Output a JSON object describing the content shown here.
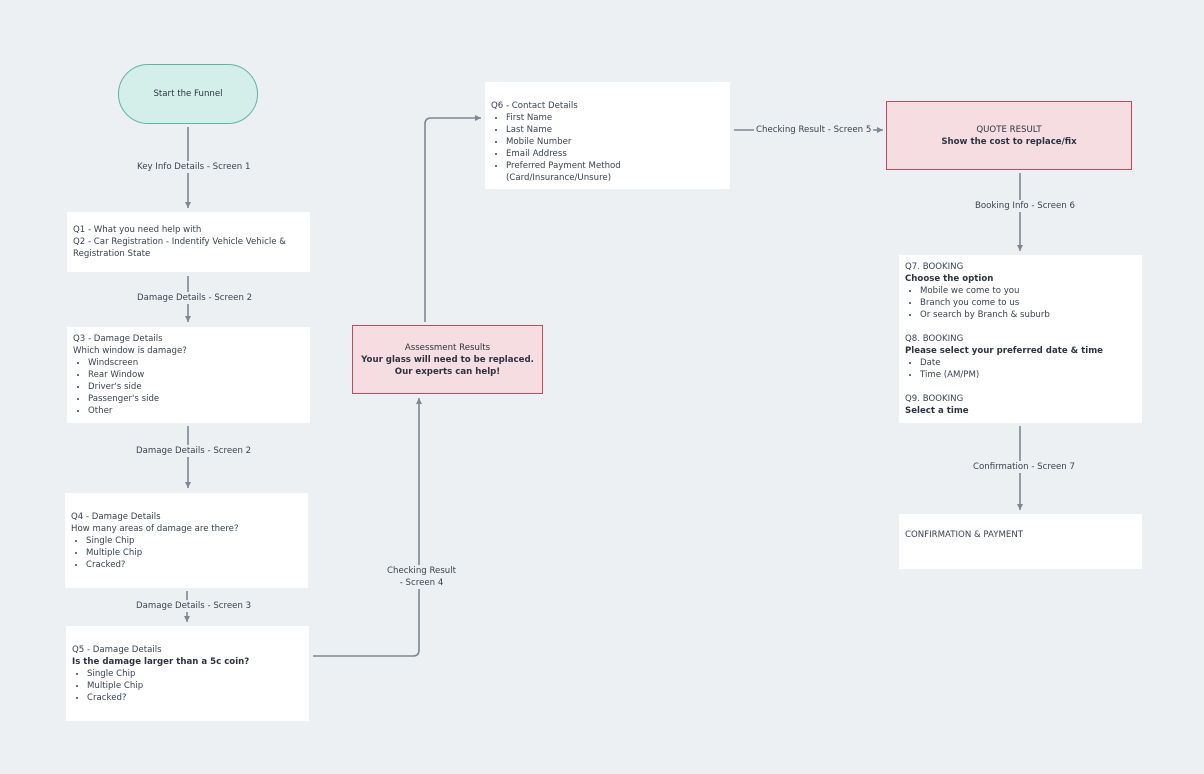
{
  "start": {
    "label": "Start the Funnel"
  },
  "edges": {
    "e1": "Key Info Details - Screen 1",
    "e2": "Damage Details - Screen 2",
    "e3": "Damage Details - Screen 2",
    "e4": "Damage Details - Screen 3",
    "e5_line1": "Checking Result",
    "e5_line2": "- Screen 4",
    "e6": "Checking Result - Screen 5",
    "e7": "Booking Info - Screen 6",
    "e8": "Confirmation - Screen 7"
  },
  "q1q2": {
    "line1": "Q1 - What you need help with",
    "line2": "Q2 - Car Registration - Indentify Vehicle Vehicle &",
    "line3": "Registration State"
  },
  "q3": {
    "title": "Q3 - Damage Details",
    "question": "Which window is damage?",
    "options": [
      "Windscreen",
      "Rear Window",
      "Driver's side",
      "Passenger's side",
      "Other"
    ]
  },
  "q4": {
    "title": "Q4 - Damage Details",
    "question": "How many areas of damage are there?",
    "options": [
      "Single Chip",
      "Multiple Chip",
      "Cracked?"
    ]
  },
  "q5": {
    "title": "Q5 - Damage Details",
    "question": "Is the damage larger than a 5c coin?",
    "options": [
      "Single Chip",
      "Multiple Chip",
      "Cracked?"
    ]
  },
  "assessment": {
    "title": "Assessment Results",
    "line1": "Your glass will need to be replaced.",
    "line2": "Our experts can help!"
  },
  "q6": {
    "title": "Q6 - Contact Details",
    "options": [
      "First Name",
      "Last Name",
      "Mobile Number",
      "Email Address",
      "Preferred Payment Method (Card/Insurance/Unsure)"
    ]
  },
  "quote": {
    "title": "QUOTE RESULT",
    "subtitle": "Show the cost to replace/fix"
  },
  "booking": {
    "q7_title": "Q7. BOOKING",
    "q7_question": "Choose the option",
    "q7_options": [
      "Mobile we come to you",
      "Branch you come to us",
      "Or search by Branch & suburb"
    ],
    "q8_title": "Q8. BOOKING",
    "q8_question": "Please select your preferred date & time",
    "q8_options": [
      "Date",
      "Time (AM/PM)"
    ],
    "q9_title": "Q9. BOOKING",
    "q9_question": "Select a time"
  },
  "confirmation": {
    "title": "CONFIRMATION & PAYMENT"
  },
  "colors": {
    "background": "#edf0f3",
    "connector": "#7d8794",
    "start_fill": "#d4efea",
    "start_border": "#5db4a6",
    "result_fill": "#f5dde2",
    "result_border": "#c94a5c"
  }
}
